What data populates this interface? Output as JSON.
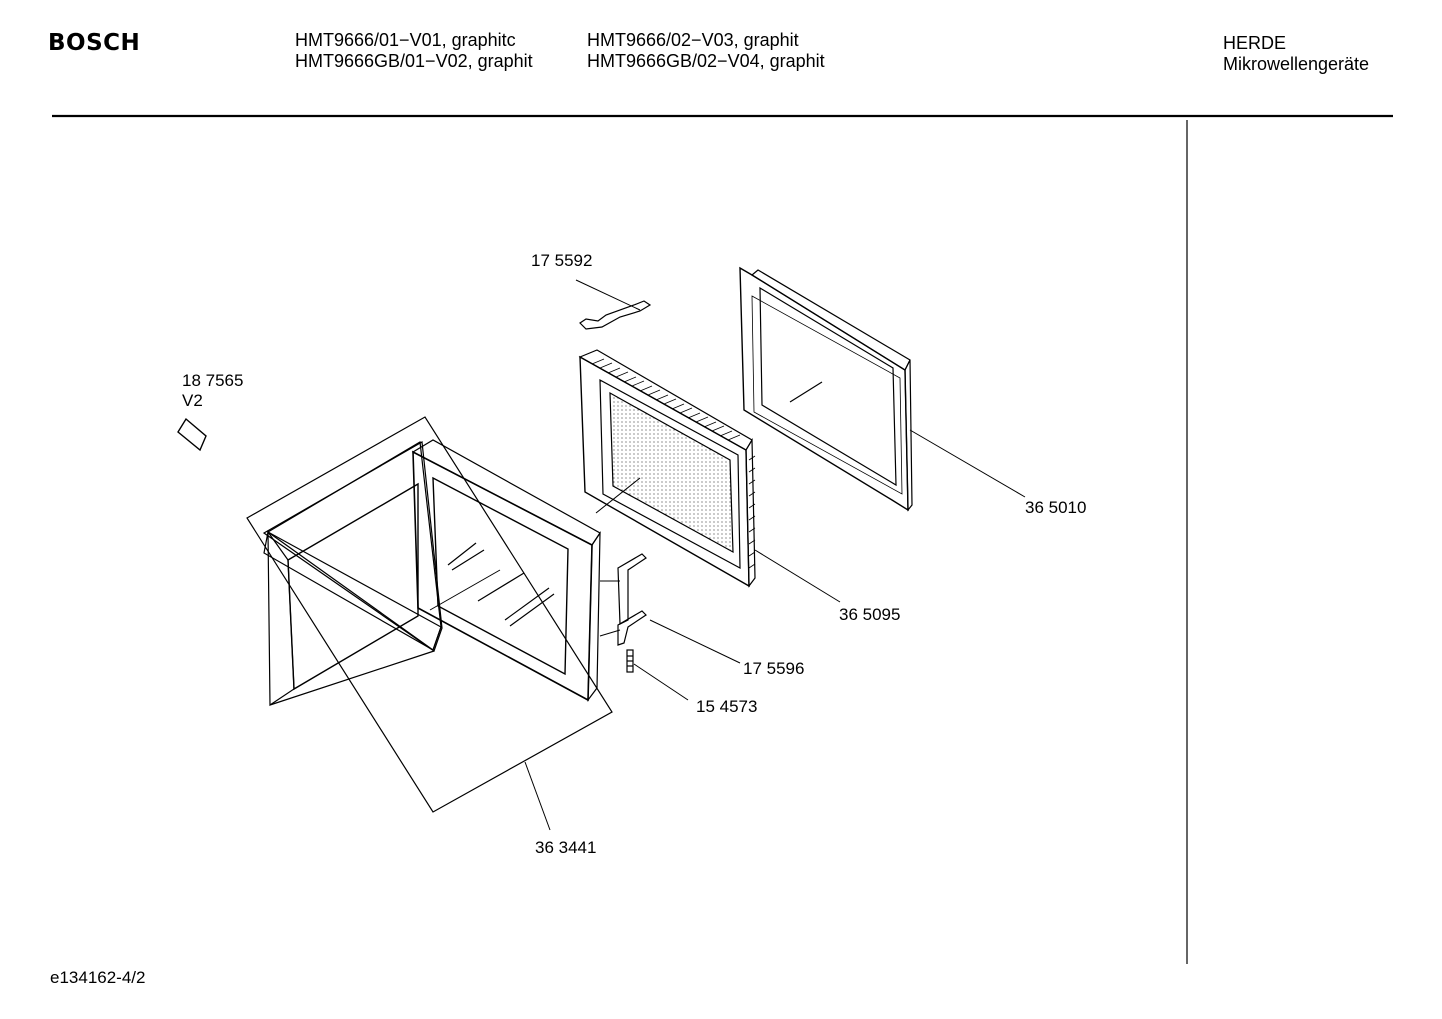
{
  "header": {
    "brand": "BOSCH",
    "models_col1": [
      "HMT9666/01−V01, graphitc",
      "HMT9666GB/01−V02, graphit"
    ],
    "models_col2": [
      "HMT9666/02−V03, graphit",
      "HMT9666GB/02−V04, graphit"
    ],
    "category": [
      "HERDE",
      "Mikrowellengeräte"
    ]
  },
  "parts": {
    "p175592": "17 5592",
    "p187565": "18 7565",
    "p187565_variant": "V2",
    "p365010": "36 5010",
    "p365095": "36 5095",
    "p175596": "17 5596",
    "p154573": "15 4573",
    "p363441": "36 3441"
  },
  "footer": {
    "drawing_id": "e134162-4/2"
  }
}
